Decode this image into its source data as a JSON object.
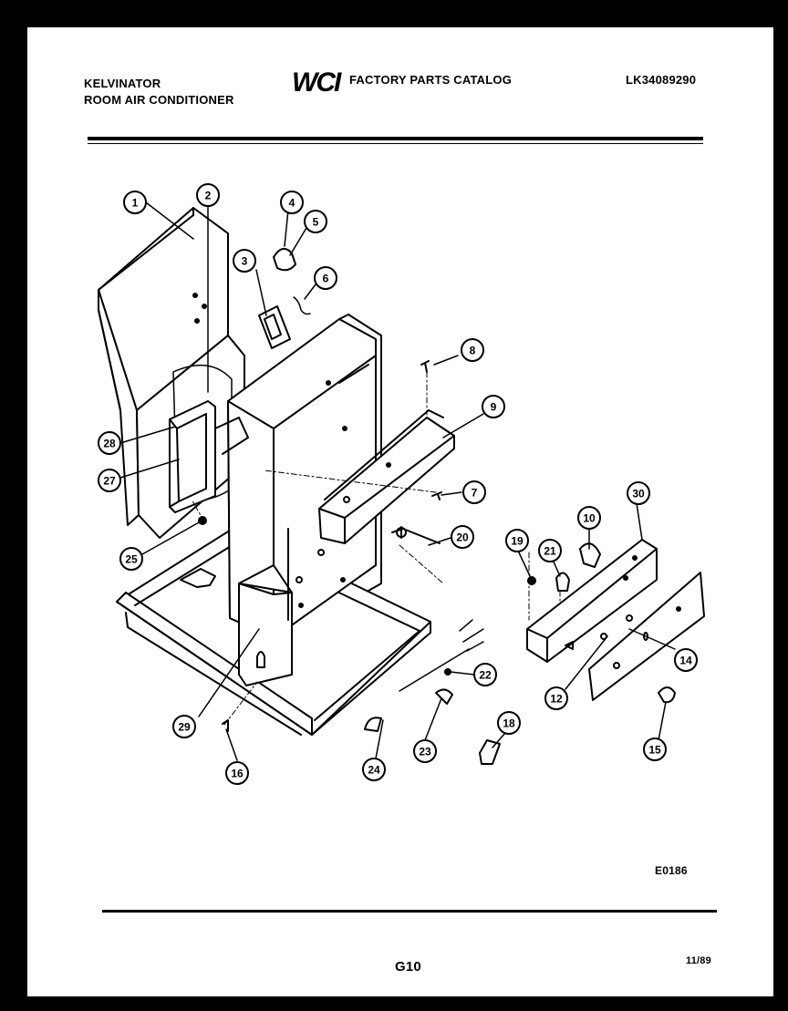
{
  "header": {
    "brand_line1": "KELVINATOR",
    "brand_line2": "ROOM AIR CONDITIONER",
    "logo_text": "WCI",
    "catalog_title": "FACTORY PARTS CATALOG",
    "model_number": "LK34089290"
  },
  "diagram": {
    "callouts": [
      "1",
      "2",
      "3",
      "4",
      "5",
      "6",
      "8",
      "9",
      "28",
      "27",
      "7",
      "20",
      "19",
      "21",
      "10",
      "30",
      "25",
      "12",
      "14",
      "22",
      "29",
      "23",
      "18",
      "15",
      "16",
      "24"
    ],
    "code": "E0186"
  },
  "footer": {
    "page": "G10",
    "date": "11/89"
  }
}
